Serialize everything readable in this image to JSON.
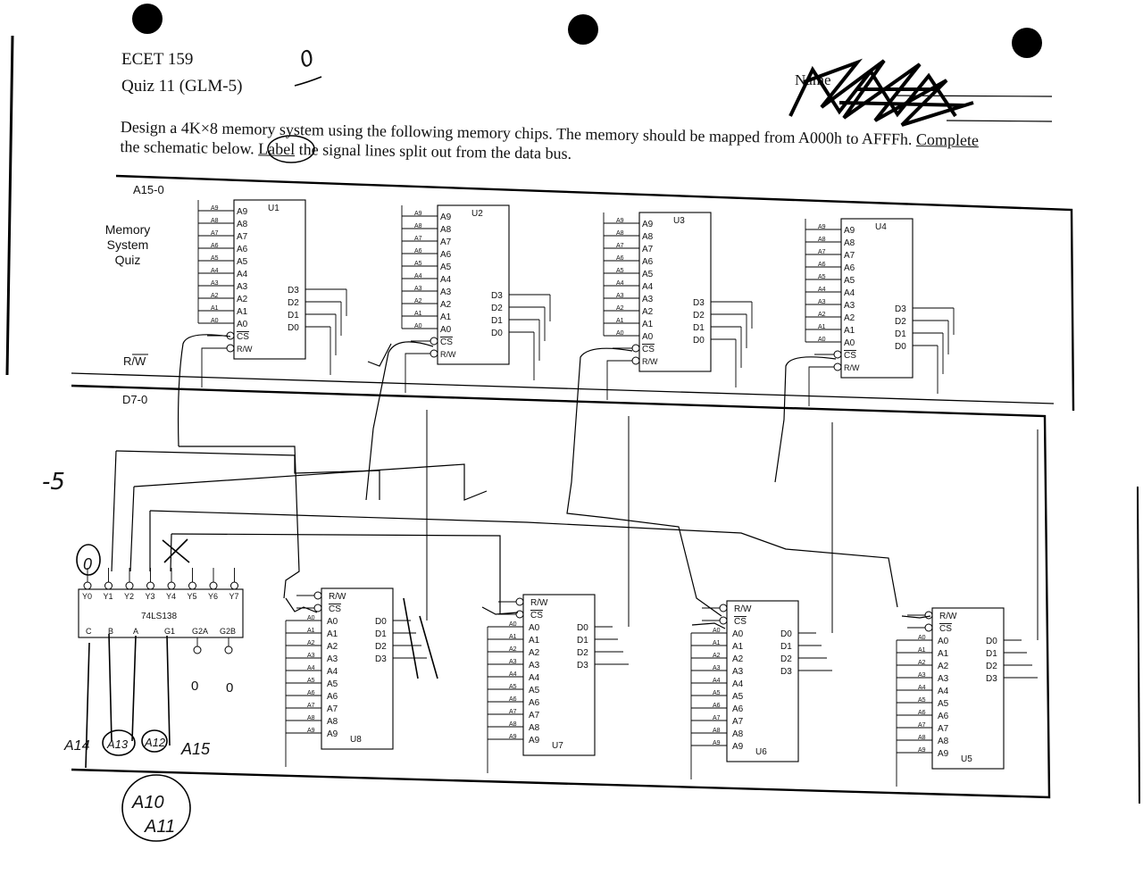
{
  "header": {
    "course": "ECET 159",
    "quiz": "Quiz 11 (GLM-5)",
    "name_label": "Name",
    "score_mark": "0"
  },
  "instructions": {
    "text_1": "Design a 4K×8 memory system using the following memory chips.  The memory should be mapped from A000h to AFFFh.",
    "link_1": "Complete",
    "text_2": "the schematic below.",
    "link_2": "Label",
    "text_3": "the signal lines split out from the data bus."
  },
  "schematic": {
    "title_lines": [
      "Memory",
      "System",
      "Quiz"
    ],
    "bus_address": "A15-0",
    "bus_rw": "R/W",
    "bus_data": "D7-0",
    "chip_pins": {
      "address": [
        "A9",
        "A8",
        "A7",
        "A6",
        "A5",
        "A4",
        "A3",
        "A2",
        "A1",
        "A0"
      ],
      "address_asc": [
        "A0",
        "A1",
        "A2",
        "A3",
        "A4",
        "A5",
        "A6",
        "A7",
        "A8",
        "A9"
      ],
      "data": [
        "D3",
        "D2",
        "D1",
        "D0"
      ],
      "data_asc": [
        "D0",
        "D1",
        "D2",
        "D3"
      ],
      "cs": "CS",
      "rw": "R/W"
    },
    "chips_top": [
      {
        "id": "U1"
      },
      {
        "id": "U2"
      },
      {
        "id": "U3"
      },
      {
        "id": "U4"
      }
    ],
    "chips_bottom": [
      {
        "id": "U8"
      },
      {
        "id": "U7"
      },
      {
        "id": "U6"
      },
      {
        "id": "U5"
      }
    ],
    "decoder": {
      "part": "74LS138",
      "outputs": [
        "Y0",
        "Y1",
        "Y2",
        "Y3",
        "Y4",
        "Y5",
        "Y6",
        "Y7"
      ],
      "inputs": [
        "C",
        "B",
        "A",
        "G1",
        "G2A",
        "G2B"
      ]
    }
  },
  "annotations": {
    "minus_five": "-5",
    "zero_mark": "0",
    "x_mark": "X",
    "a14": "A14",
    "a13": "A13",
    "a12": "A12",
    "a15": "A15",
    "a10": "A10",
    "a11": "A11",
    "zero_a": "0",
    "zero_b": "0"
  }
}
